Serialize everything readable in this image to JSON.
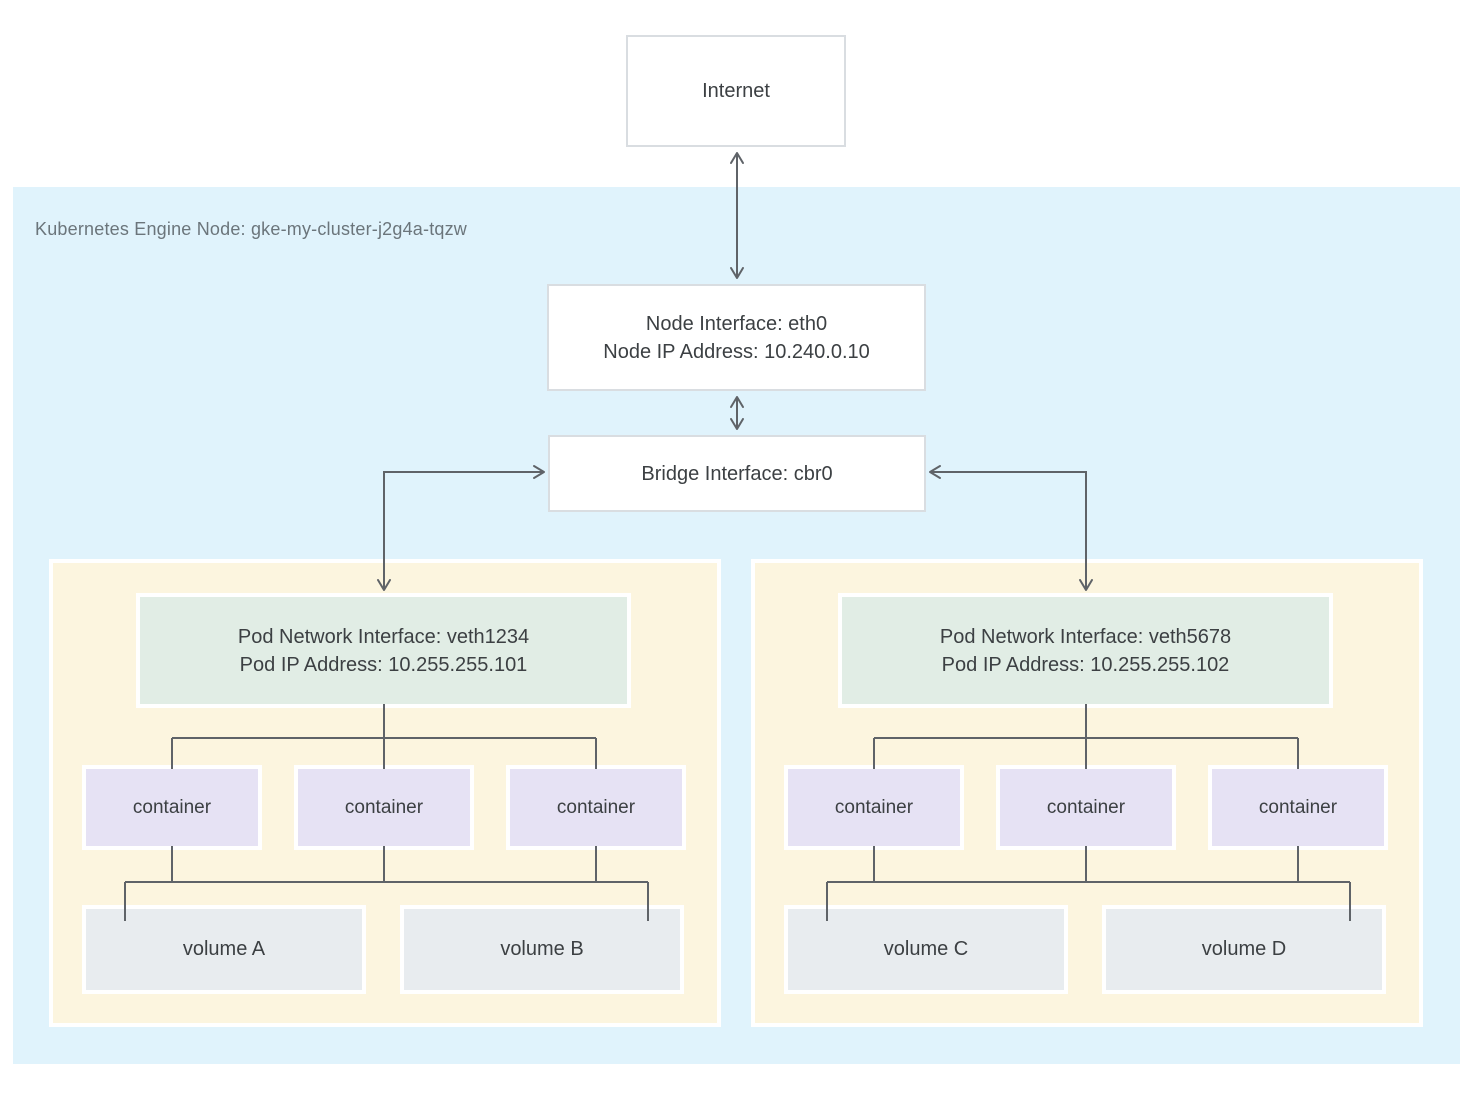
{
  "internet": {
    "label": "Internet"
  },
  "node": {
    "region_label": "Kubernetes Engine Node: gke-my-cluster-j2g4a-tqzw",
    "interface_line1": "Node Interface: eth0",
    "interface_line2": "Node IP Address: 10.240.0.10",
    "bridge_label": "Bridge Interface: cbr0"
  },
  "pods": [
    {
      "interface_line1": "Pod Network Interface: veth1234",
      "interface_line2": "Pod IP Address: 10.255.255.101",
      "containers": [
        "container",
        "container",
        "container"
      ],
      "volumes": [
        "volume A",
        "volume B"
      ]
    },
    {
      "interface_line1": "Pod Network Interface: veth5678",
      "interface_line2": "Pod IP Address: 10.255.255.102",
      "containers": [
        "container",
        "container",
        "container"
      ],
      "volumes": [
        "volume C",
        "volume D"
      ]
    }
  ],
  "colors": {
    "node_region_bg": "#e0f3fc",
    "pod_bg": "#fcf5df",
    "pod_interface_bg": "#e1ede5",
    "container_bg": "#e6e2f4",
    "volume_bg": "#e8ecef",
    "white_box_border": "#d9dde1",
    "line": "#5f6368",
    "text": "#3c4043",
    "region_label_text": "#6b757b"
  }
}
